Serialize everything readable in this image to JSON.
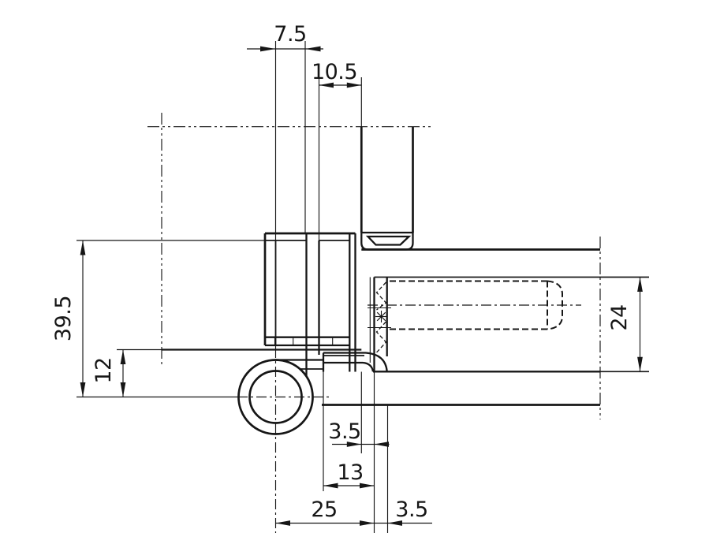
{
  "drawing": {
    "kind": "technical-drawing",
    "subject": "door hinge cross-section with frame and leaf detail",
    "units": "mm",
    "line_color": "#161616",
    "background_color": "#ffffff",
    "dimensions": {
      "top_offset": {
        "value": "7.5",
        "orientation": "horizontal",
        "location": "top"
      },
      "top_inset": {
        "value": "10.5",
        "orientation": "horizontal",
        "location": "top"
      },
      "left_height": {
        "value": "39.5",
        "orientation": "vertical",
        "location": "left"
      },
      "left_pivot": {
        "value": "12",
        "orientation": "vertical",
        "location": "left"
      },
      "right_depth": {
        "value": "24",
        "orientation": "vertical",
        "location": "right"
      },
      "mid_gap": {
        "value": "3.5",
        "orientation": "horizontal",
        "location": "bottom-middle"
      },
      "bottom_leaf": {
        "value": "13",
        "orientation": "horizontal",
        "location": "bottom"
      },
      "bottom_backset": {
        "value": "25",
        "orientation": "horizontal",
        "location": "bottom"
      },
      "bottom_overlay": {
        "value": "3.5",
        "orientation": "horizontal",
        "location": "bottom-right"
      }
    }
  }
}
